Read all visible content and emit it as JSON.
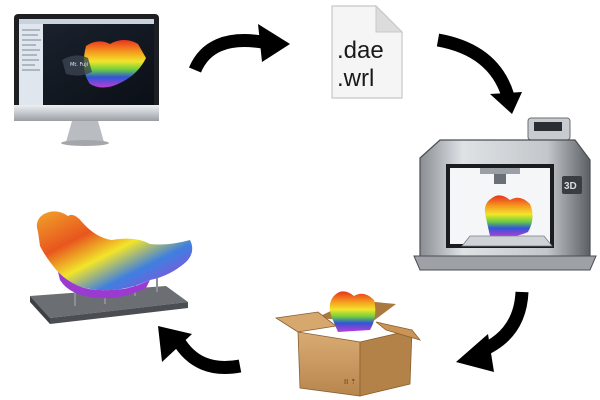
{
  "workflow": {
    "file_extensions": [
      ".dae",
      ".wrl"
    ],
    "printer_badge": "3D",
    "screen_caption": "Mt. Fuji",
    "box_marks": "II ⇡"
  },
  "colors": {
    "arrow": "#000000",
    "terrain_red": "#e8321e",
    "terrain_orange": "#f59a1f",
    "terrain_yellow": "#f2e52a",
    "terrain_green": "#6fcf3f",
    "terrain_blue": "#2f56d6",
    "terrain_magenta": "#c13ad6",
    "cardboard": "#c89a63"
  },
  "icons": [
    "computer-monitor-icon",
    "document-file-icon",
    "3d-printer-icon",
    "cardboard-box-icon",
    "terrain-model-icon",
    "cycle-arrow-icon"
  ]
}
